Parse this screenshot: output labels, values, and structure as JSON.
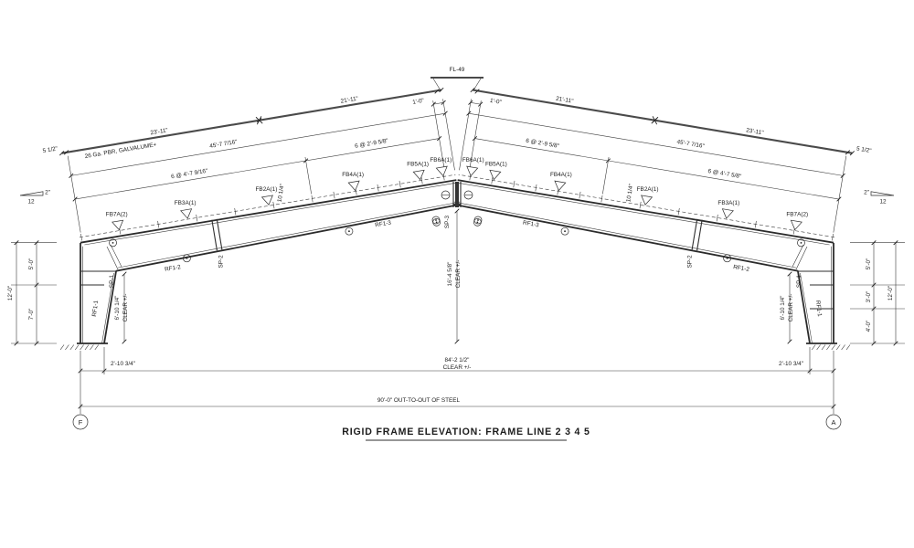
{
  "drawing": {
    "title": "RIGID FRAME ELEVATION: FRAME LINE 2  3  4  5",
    "grid_left": "F",
    "grid_right": "A",
    "ridge_panel": "FL-49",
    "roof_note": "26 Ga. PBR, GALVALUME+",
    "slope_rise": "2\"",
    "slope_run": "12",
    "eave_ext": "5 1/2\"",
    "panel_outer": "23'-11\"",
    "panel_inner": "21'-11\"",
    "rafter_len": "45'-7 7/16\"",
    "spacing_outer_left": "6 @ 4'-7 9/16\"",
    "spacing_outer_right": "6 @ 4'-7 5/8\"",
    "spacing_inner": "6 @ 2'-9 5/8\"",
    "ridge_purlin": "1'-0\"",
    "brace_dim": "10 1/4\"",
    "fb": {
      "fb2": "FB2A(1)",
      "fb3": "FB3A(1)",
      "fb4": "FB4A(1)",
      "fb5": "FB5A(1)",
      "fb6": "FB6A(1)",
      "fb7": "FB7A(2)"
    },
    "members": {
      "col": "RF1-1",
      "rafter_outer": "RF1-2",
      "rafter_inner": "RF1-3",
      "sp1": "SP-1",
      "sp2": "SP-2",
      "sp3": "SP-3"
    },
    "dims": {
      "h5": "5'-0\"",
      "h7": "7'-0\"",
      "h12": "12'-0\"",
      "h3": "3'-0\"",
      "h4": "4'-0\"",
      "base_offset": "2'-10 3/4\"",
      "clear_span": "84'-2 1/2\"",
      "clear": "CLEAR +/-",
      "out": "90'-0\" OUT-TO-OUT OF STEEL",
      "mid_clear": "16'-4 5/8\"",
      "eave_clear": "6'-10 1/4\""
    }
  }
}
